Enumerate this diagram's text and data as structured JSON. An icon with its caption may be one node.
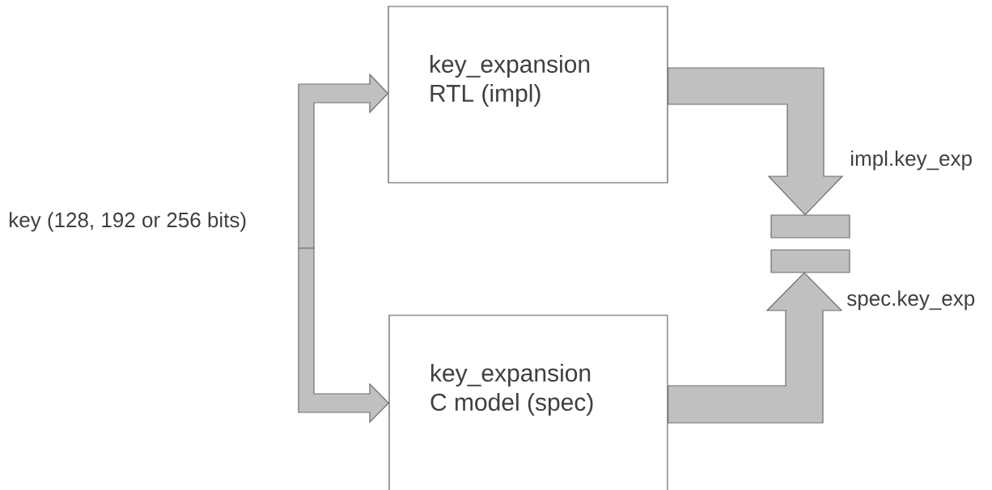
{
  "diagram": {
    "nodes": [
      {
        "text": [
          "key_expansion RTL (impl)"
        ]
      },
      {
        "text": [
          "key_expansion C model (spec)"
        ]
      },
      {
        "text": [],
        "shape": "equals"
      }
    ],
    "edges": [
      {
        "from": null,
        "to": 0,
        "arrow": "to"
      },
      {
        "from": null,
        "to": 1,
        "arrow": "to"
      },
      {
        "from": 0,
        "to": 2,
        "arrow": "to",
        "label": "impl.key_exp"
      },
      {
        "from": 1,
        "to": 2,
        "arrow": "to",
        "label": "spec.key_exp"
      }
    ],
    "labels": [
      "key (128, 192 or 256 bits)"
    ]
  }
}
